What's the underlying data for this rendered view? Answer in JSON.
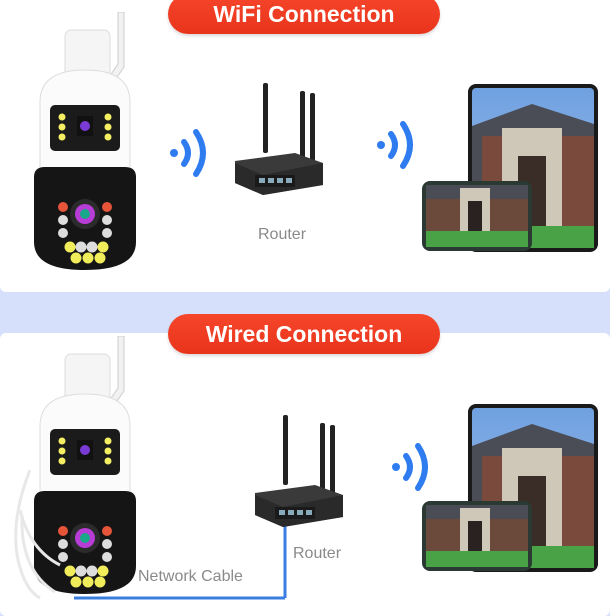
{
  "sections": [
    {
      "title": "WiFi Connection",
      "router_label": "Router"
    },
    {
      "title": "Wired Connection",
      "router_label": "Router",
      "cable_label": "Network Cable"
    }
  ],
  "colors": {
    "accent_red": "#ef3c22",
    "signal_blue": "#2f7cf0",
    "band_bg": "#d6e0fb"
  },
  "icons": [
    "camera-icon",
    "wifi-signal-icon",
    "router-icon",
    "tablet-icon",
    "phone-icon",
    "cable-icon"
  ]
}
